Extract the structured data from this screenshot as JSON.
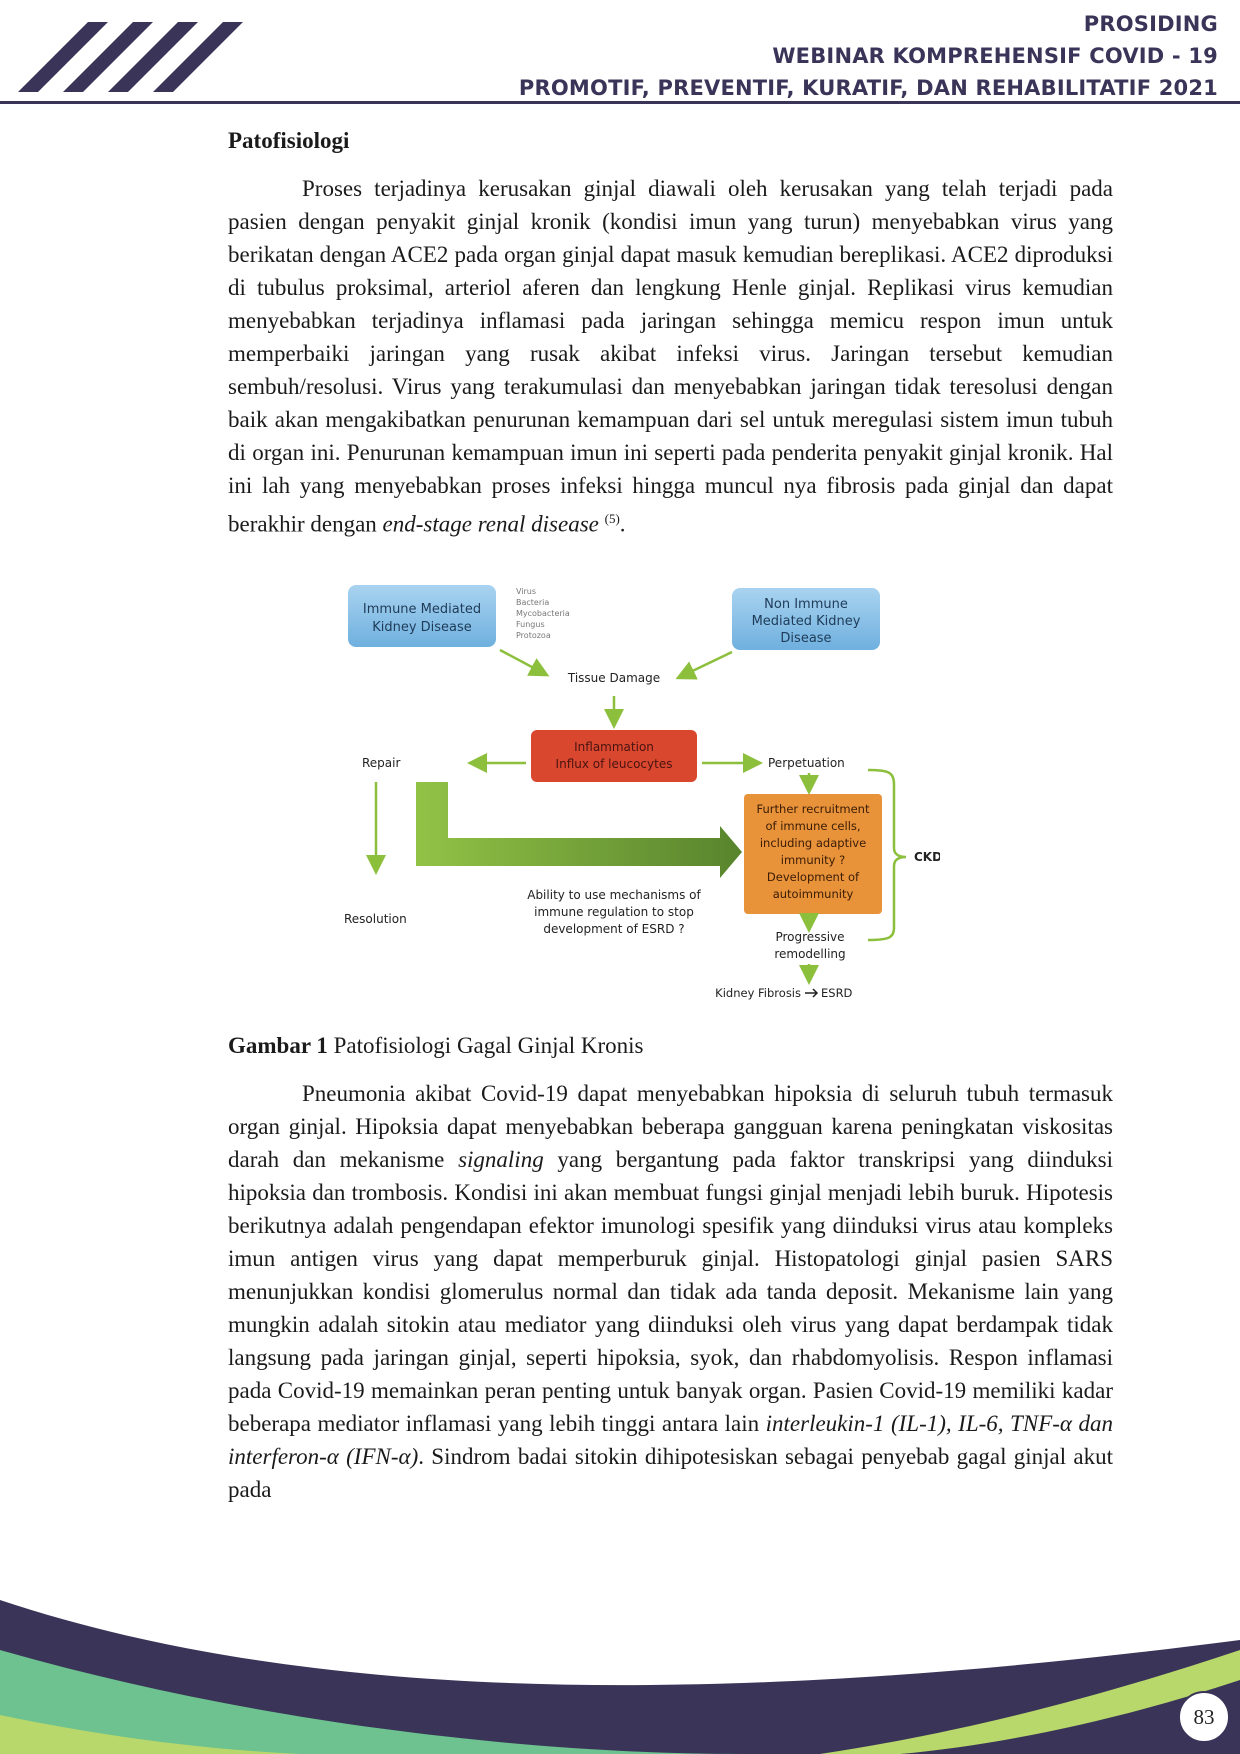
{
  "header": {
    "line1": "PROSIDING",
    "line2": "WEBINAR KOMPREHENSIF COVID - 19",
    "line3": "PROMOTIF, PREVENTIF, KURATIF, DAN REHABILITATIF 2021"
  },
  "section_title": "Patofisiologi",
  "paragraph1": {
    "text": "Proses terjadinya kerusakan ginjal diawali oleh kerusakan yang telah terjadi pada pasien dengan penyakit ginjal kronik (kondisi imun yang turun) menyebabkan virus yang berikatan dengan ACE2 pada organ ginjal dapat masuk kemudian bereplikasi. ACE2 diproduksi di tubulus proksimal, arteriol aferen dan lengkung Henle ginjal. Replikasi virus kemudian menyebabkan terjadinya inflamasi pada jaringan sehingga memicu respon imun untuk memperbaiki jaringan yang rusak akibat infeksi virus. Jaringan tersebut kemudian sembuh/resolusi. Virus yang terakumulasi dan menyebabkan jaringan tidak teresolusi dengan baik akan mengakibatkan penurunan kemampuan dari sel untuk meregulasi sistem imun tubuh di organ ini. Penurunan kemampuan imun ini seperti pada penderita penyakit ginjal kronik. Hal ini lah yang menyebabkan proses infeksi hingga muncul nya fibrosis pada ginjal dan dapat berakhir dengan ",
    "italic": "end-stage renal disease",
    "ref": "(5)",
    "end": "."
  },
  "figure": {
    "immune_line1": "Immune Mediated",
    "immune_line2": "Kidney Disease",
    "pathogens": [
      "Virus",
      "Bacteria",
      "Mycobacteria",
      "Fungus",
      "Protozoa"
    ],
    "nonimmune_line1": "Non Immune",
    "nonimmune_line2": "Mediated Kidney",
    "nonimmune_line3": "Disease",
    "tissue_damage": "Tissue Damage",
    "inflammation_line1": "Inflammation",
    "inflammation_line2": "Influx of leucocytes",
    "repair": "Repair",
    "perpetuation": "Perpetuation",
    "recruitment": [
      "Further recruitment",
      "of immune cells,",
      "including adaptive",
      "immunity ?",
      "Development of",
      "autoimmunity"
    ],
    "ckd": "CKD",
    "ability": [
      "Ability to use mechanisms of",
      "immune regulation to stop",
      "development of ESRD ?"
    ],
    "resolution": "Resolution",
    "progressive_line1": "Progressive",
    "progressive_line2": "remodelling",
    "kidney_fibrosis": "Kidney Fibrosis",
    "esrd": "ESRD"
  },
  "caption": {
    "label": "Gambar 1",
    "text": " Patofisiologi Gagal Ginjal Kronis"
  },
  "paragraph2": {
    "t1": "Pneumonia akibat Covid-19 dapat menyebabkan hipoksia di seluruh tubuh termasuk organ ginjal. Hipoksia dapat menyebabkan beberapa gangguan karena peningkatan viskositas darah dan mekanisme ",
    "i1": "signaling",
    "t2": " yang bergantung pada faktor transkripsi yang diinduksi hipoksia dan trombosis. Kondisi ini akan membuat fungsi ginjal menjadi lebih buruk. Hipotesis berikutnya adalah pengendapan efektor imunologi spesifik yang diinduksi virus atau kompleks imun antigen virus yang dapat memperburuk ginjal. Histopatologi ginjal pasien SARS menunjukkan kondisi glomerulus normal dan tidak ada tanda deposit. Mekanisme lain yang mungkin adalah sitokin atau mediator yang diinduksi oleh virus yang dapat berdampak tidak langsung pada jaringan ginjal, seperti hipoksia, syok, dan rhabdomyolisis. Respon inflamasi pada Covid-19 memainkan peran penting untuk banyak organ. Pasien Covid-19 memiliki kadar beberapa mediator inflamasi yang lebih tinggi antara lain ",
    "i2": "interleukin-1 (IL-1), IL-6, TNF-α dan interferon-α (IFN-α)",
    "t3": ". Sindrom badai sitokin dihipotesiskan sebagai penyebab gagal ginjal akut pada"
  },
  "page_number": "83",
  "colors": {
    "navy": "#3a3558",
    "green": "#6dc28f",
    "lime": "#b8d86b",
    "blue_box": "#8dc3e8",
    "red_box": "#d9472f",
    "orange_box": "#e8923a",
    "arrow_green": "#8cbf3c"
  }
}
